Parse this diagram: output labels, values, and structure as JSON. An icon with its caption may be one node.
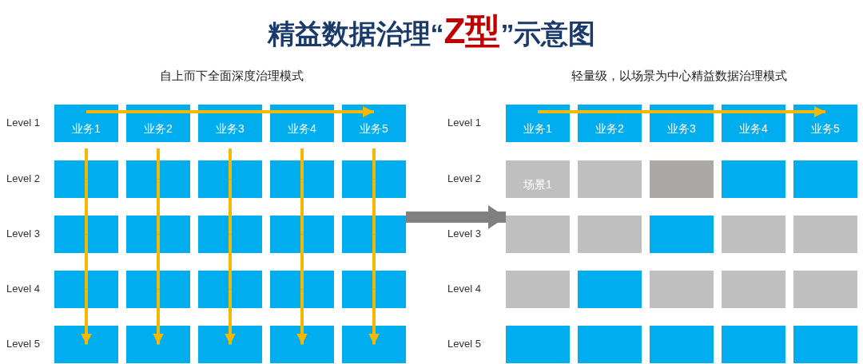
{
  "diagram": {
    "title": "精益数据治理“**Z型**”示意图",
    "nodes": [
      {
        "text": [
          "业务1"
        ]
      },
      {
        "text": [
          "业务2"
        ]
      },
      {
        "text": [
          "业务3"
        ]
      },
      {
        "text": [
          "业务4"
        ]
      },
      {
        "text": [
          "业务5"
        ]
      },
      {
        "text": [],
        "shape": "box"
      },
      {
        "text": [],
        "shape": "box"
      },
      {
        "text": [],
        "shape": "box"
      },
      {
        "text": [],
        "shape": "box"
      },
      {
        "text": [],
        "shape": "box"
      },
      {
        "text": [],
        "shape": "box"
      },
      {
        "text": [],
        "shape": "box"
      },
      {
        "text": [],
        "shape": "box"
      },
      {
        "text": [],
        "shape": "box"
      },
      {
        "text": [],
        "shape": "box"
      },
      {
        "text": [],
        "shape": "box"
      },
      {
        "text": [],
        "shape": "box"
      },
      {
        "text": [],
        "shape": "box"
      },
      {
        "text": [],
        "shape": "box"
      },
      {
        "text": [],
        "shape": "box"
      },
      {
        "text": [],
        "shape": "box"
      },
      {
        "text": [],
        "shape": "box"
      },
      {
        "text": [],
        "shape": "box"
      },
      {
        "text": [],
        "shape": "box"
      },
      {
        "text": [],
        "shape": "box"
      },
      {
        "text": [
          "业务1"
        ]
      },
      {
        "text": [
          "业务2"
        ]
      },
      {
        "text": [
          "业务3"
        ]
      },
      {
        "text": [
          "业务4"
        ]
      },
      {
        "text": [
          "业务5"
        ]
      },
      {
        "text": [
          "场景1"
        ]
      },
      {
        "text": [],
        "shape": "box"
      },
      {
        "text": [],
        "shape": "box"
      },
      {
        "text": [],
        "shape": "box"
      },
      {
        "text": [],
        "shape": "box"
      },
      {
        "text": [],
        "shape": "box"
      },
      {
        "text": [],
        "shape": "box"
      },
      {
        "text": [],
        "shape": "box"
      },
      {
        "text": [],
        "shape": "box"
      },
      {
        "text": [],
        "shape": "box"
      },
      {
        "text": [],
        "shape": "box"
      },
      {
        "text": [],
        "shape": "box"
      },
      {
        "text": [],
        "shape": "box"
      },
      {
        "text": [],
        "shape": "box"
      },
      {
        "text": [],
        "shape": "box"
      },
      {
        "text": [],
        "shape": "box"
      },
      {
        "text": [],
        "shape": "box"
      },
      {
        "text": [],
        "shape": "box"
      },
      {
        "text": [],
        "shape": "box"
      },
      {
        "text": [],
        "shape": "box"
      }
    ],
    "edges": [
      {
        "from": 0,
        "to": 1,
        "arrow": "none"
      },
      {
        "from": 1,
        "to": 2,
        "arrow": "none"
      },
      {
        "from": 2,
        "to": 3,
        "arrow": "none"
      },
      {
        "from": 3,
        "to": 4,
        "arrow": "to"
      },
      {
        "from": 0,
        "to": 5,
        "arrow": "none"
      },
      {
        "from": 5,
        "to": 10,
        "arrow": "none"
      },
      {
        "from": 10,
        "to": 15,
        "arrow": "none"
      },
      {
        "from": 15,
        "to": 20,
        "arrow": "to"
      },
      {
        "from": 1,
        "to": 6,
        "arrow": "none"
      },
      {
        "from": 6,
        "to": 11,
        "arrow": "none"
      },
      {
        "from": 11,
        "to": 16,
        "arrow": "none"
      },
      {
        "from": 16,
        "to": 21,
        "arrow": "to"
      },
      {
        "from": 2,
        "to": 7,
        "arrow": "none"
      },
      {
        "from": 7,
        "to": 12,
        "arrow": "none"
      },
      {
        "from": 12,
        "to": 17,
        "arrow": "none"
      },
      {
        "from": 17,
        "to": 22,
        "arrow": "to"
      },
      {
        "from": 3,
        "to": 8,
        "arrow": "none"
      },
      {
        "from": 8,
        "to": 13,
        "arrow": "none"
      },
      {
        "from": 13,
        "to": 18,
        "arrow": "none"
      },
      {
        "from": 18,
        "to": 23,
        "arrow": "to"
      },
      {
        "from": 4,
        "to": 9,
        "arrow": "none"
      },
      {
        "from": 9,
        "to": 14,
        "arrow": "none"
      },
      {
        "from": 14,
        "to": 19,
        "arrow": "none"
      },
      {
        "from": 19,
        "to": 24,
        "arrow": "to"
      },
      {
        "from": 25,
        "to": 26,
        "arrow": "none"
      },
      {
        "from": 26,
        "to": 27,
        "arrow": "none"
      },
      {
        "from": 27,
        "to": 28,
        "arrow": "none"
      },
      {
        "from": 28,
        "to": 29,
        "arrow": "to"
      },
      {
        "from": 14,
        "to": 35,
        "arrow": "to",
        "style": "thick",
        "color": "#808080"
      }
    ],
    "labels": [
      "自上而下全面深度治理模式",
      "轻量级，以场景为中心精益数据治理模式",
      "Level 1",
      "Level 2",
      "Level 3",
      "Level 4",
      "Level 5",
      "Level 1",
      "Level 2",
      "Level 3",
      "Level 4",
      "Level 5"
    ]
  }
}
